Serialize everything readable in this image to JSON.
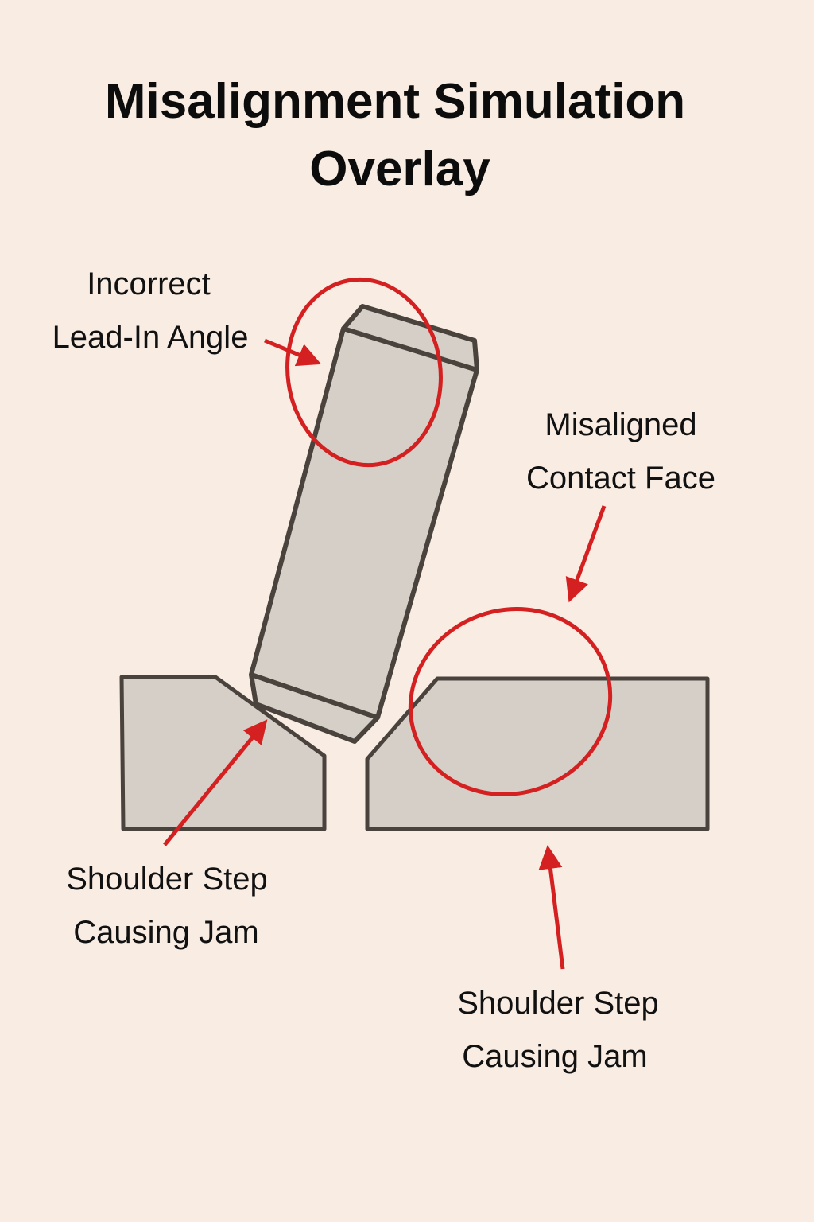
{
  "title": {
    "line1": "Misalignment Simulation",
    "line2": "Overlay"
  },
  "labels": {
    "lead_in": {
      "line1": "Incorrect",
      "line2": "Lead-In Angle"
    },
    "contact_face": {
      "line1": "Misaligned",
      "line2": "Contact Face"
    },
    "shoulder_left": {
      "line1": "Shoulder Step",
      "line2": "Causing Jam"
    },
    "shoulder_right": {
      "line1": "Shoulder Step",
      "line2": "Causing Jam"
    }
  },
  "colors": {
    "background": "#f8ece3",
    "part_fill": "#d5cfc7",
    "outline": "#4a423c",
    "highlight": "#d42020"
  }
}
